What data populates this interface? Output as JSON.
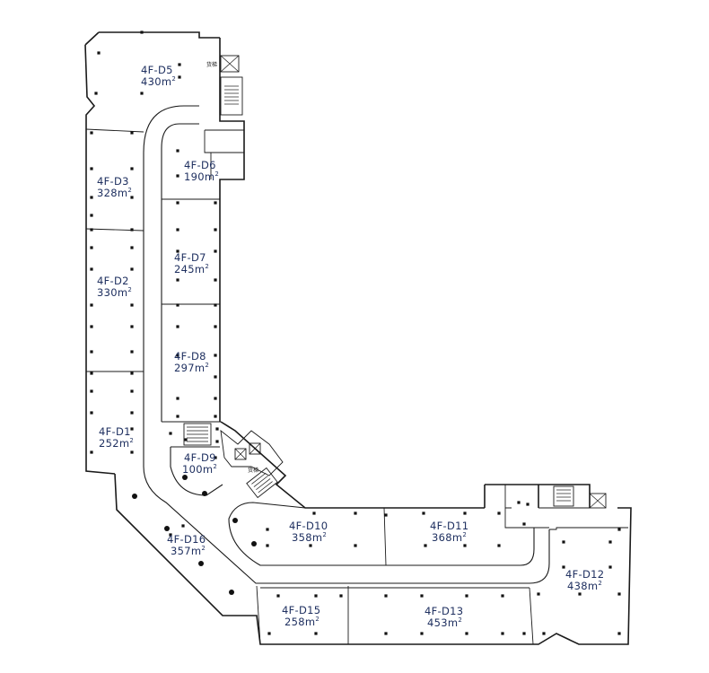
{
  "units": [
    {
      "id": "4F-D5",
      "area": "430",
      "unit": "m",
      "sup": "2"
    },
    {
      "id": "4F-D6",
      "area": "190",
      "unit": "m",
      "sup": "2"
    },
    {
      "id": "4F-D3",
      "area": "328",
      "unit": "m",
      "sup": "2"
    },
    {
      "id": "4F-D7",
      "area": "245",
      "unit": "m",
      "sup": "2"
    },
    {
      "id": "4F-D2",
      "area": "330",
      "unit": "m",
      "sup": "2"
    },
    {
      "id": "4F-D8",
      "area": "297",
      "unit": "m",
      "sup": "2"
    },
    {
      "id": "4F-D1",
      "area": "252",
      "unit": "m",
      "sup": "2"
    },
    {
      "id": "4F-D9",
      "area": "100",
      "unit": "m",
      "sup": "2"
    },
    {
      "id": "4F-D16",
      "area": "357",
      "unit": "m",
      "sup": "2"
    },
    {
      "id": "4F-D10",
      "area": "358",
      "unit": "m",
      "sup": "2"
    },
    {
      "id": "4F-D11",
      "area": "368",
      "unit": "m",
      "sup": "2"
    },
    {
      "id": "4F-D12",
      "area": "438",
      "unit": "m",
      "sup": "2"
    },
    {
      "id": "4F-D15",
      "area": "258",
      "unit": "m",
      "sup": "2"
    },
    {
      "id": "4F-D13",
      "area": "453",
      "unit": "m",
      "sup": "2"
    }
  ],
  "elevator_labels": [
    "货梯",
    "货梯"
  ],
  "colors": {
    "label": "#1f3060",
    "line": "#1a1a1a",
    "background": "#ffffff"
  }
}
